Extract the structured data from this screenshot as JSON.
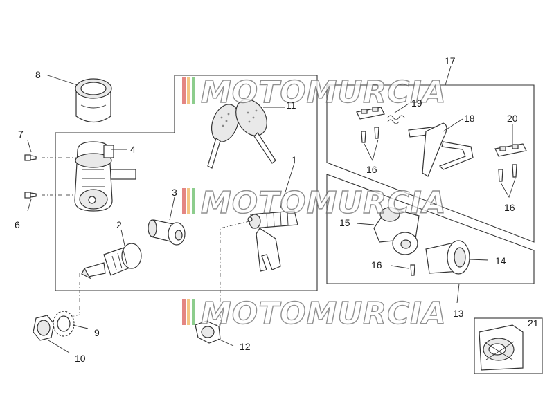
{
  "watermark": {
    "text": "MOTOMURCIA",
    "stripe_colors": [
      "#d9534f",
      "#f0ad4e",
      "#5cb85c"
    ]
  },
  "callouts": [
    {
      "id": "c1",
      "text": "1"
    },
    {
      "id": "c2",
      "text": "2"
    },
    {
      "id": "c3",
      "text": "3"
    },
    {
      "id": "c4",
      "text": "4"
    },
    {
      "id": "c6",
      "text": "6"
    },
    {
      "id": "c7",
      "text": "7"
    },
    {
      "id": "c8",
      "text": "8"
    },
    {
      "id": "c9",
      "text": "9"
    },
    {
      "id": "c10",
      "text": "10"
    },
    {
      "id": "c11",
      "text": "11"
    },
    {
      "id": "c12",
      "text": "12"
    },
    {
      "id": "c13",
      "text": "13"
    },
    {
      "id": "c14",
      "text": "14"
    },
    {
      "id": "c15",
      "text": "15"
    },
    {
      "id": "c16a",
      "text": "16"
    },
    {
      "id": "c16b",
      "text": "16"
    },
    {
      "id": "c16c",
      "text": "16"
    },
    {
      "id": "c17",
      "text": "17"
    },
    {
      "id": "c18",
      "text": "18"
    },
    {
      "id": "c19",
      "text": "19"
    },
    {
      "id": "c20",
      "text": "20"
    },
    {
      "id": "c21",
      "text": "21"
    }
  ]
}
